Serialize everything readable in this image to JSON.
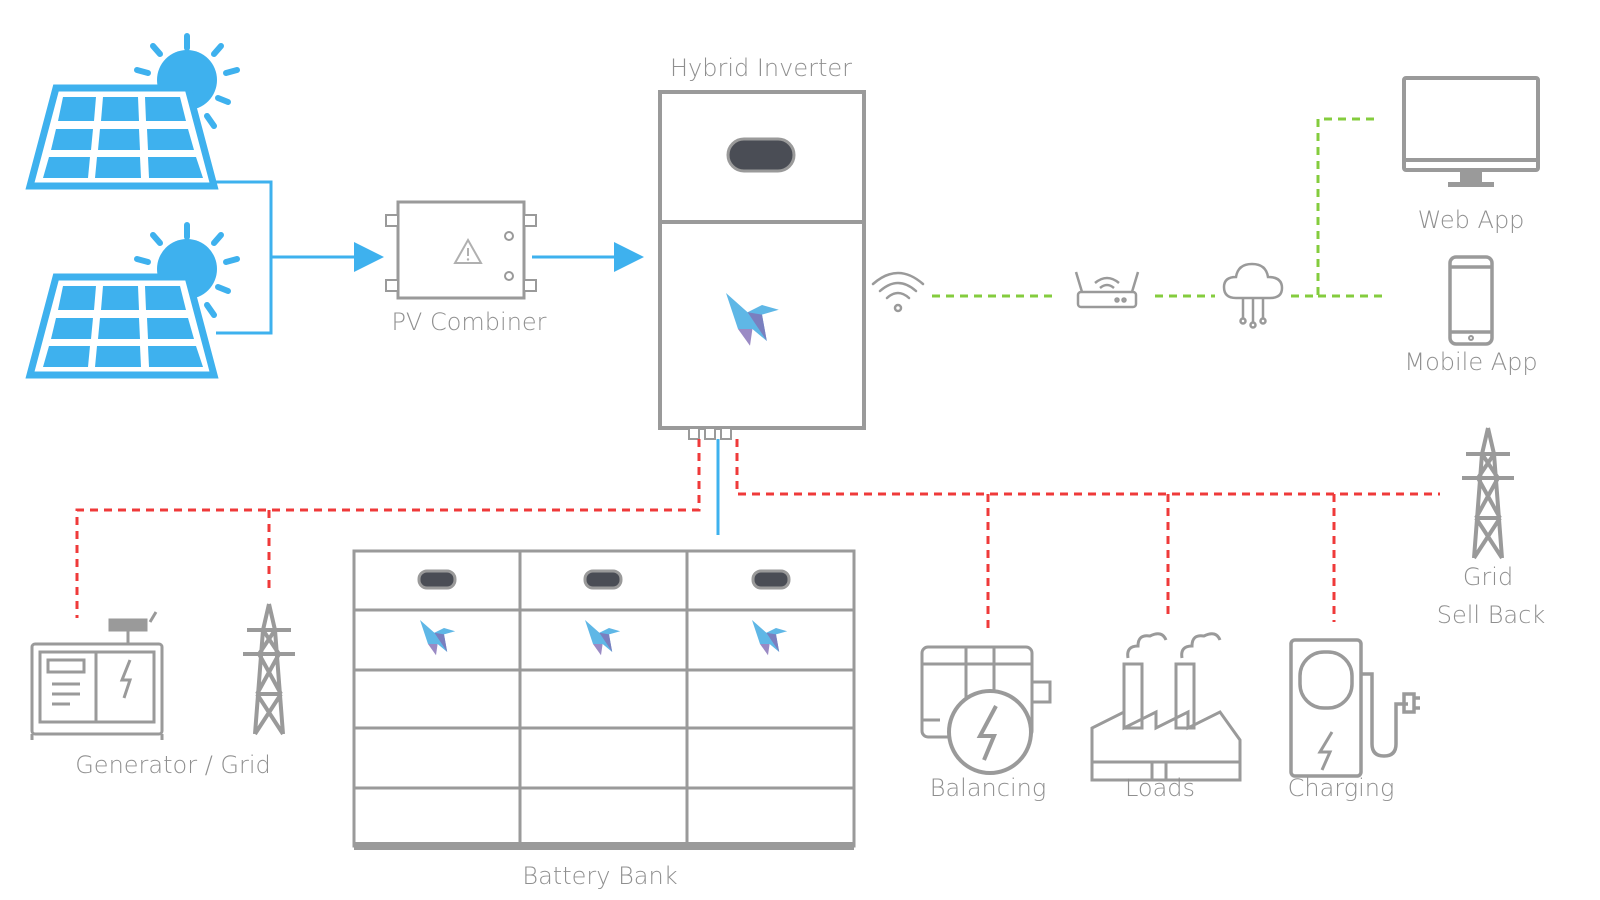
{
  "labels": {
    "hybrid_inverter": "Hybrid Inverter",
    "pv_combiner": "PV Combiner",
    "web_app": "Web App",
    "mobile_app": "Mobile App",
    "grid_sell_back_line1": "Grid",
    "grid_sell_back_line2": "Sell Back",
    "generator_grid": "Generator / Grid",
    "battery_bank": "Battery Bank",
    "balancing": "Balancing",
    "loads": "Loads",
    "charging": "Charging"
  },
  "colors": {
    "solar_dc": "#3eb1ee",
    "ac_power": "#ef3a3a",
    "network": "#84cc3e",
    "equipment": "#9a9a9a",
    "label_text": "#8f8f8f"
  },
  "icons": [
    "solar-panel-icon",
    "sun-icon",
    "wifi-icon",
    "router-icon",
    "cloud-icon",
    "monitor-icon",
    "smartphone-icon",
    "transmission-tower-icon",
    "generator-icon",
    "factory-icon",
    "ev-charger-icon",
    "hummingbird-logo-icon",
    "warning-icon"
  ]
}
